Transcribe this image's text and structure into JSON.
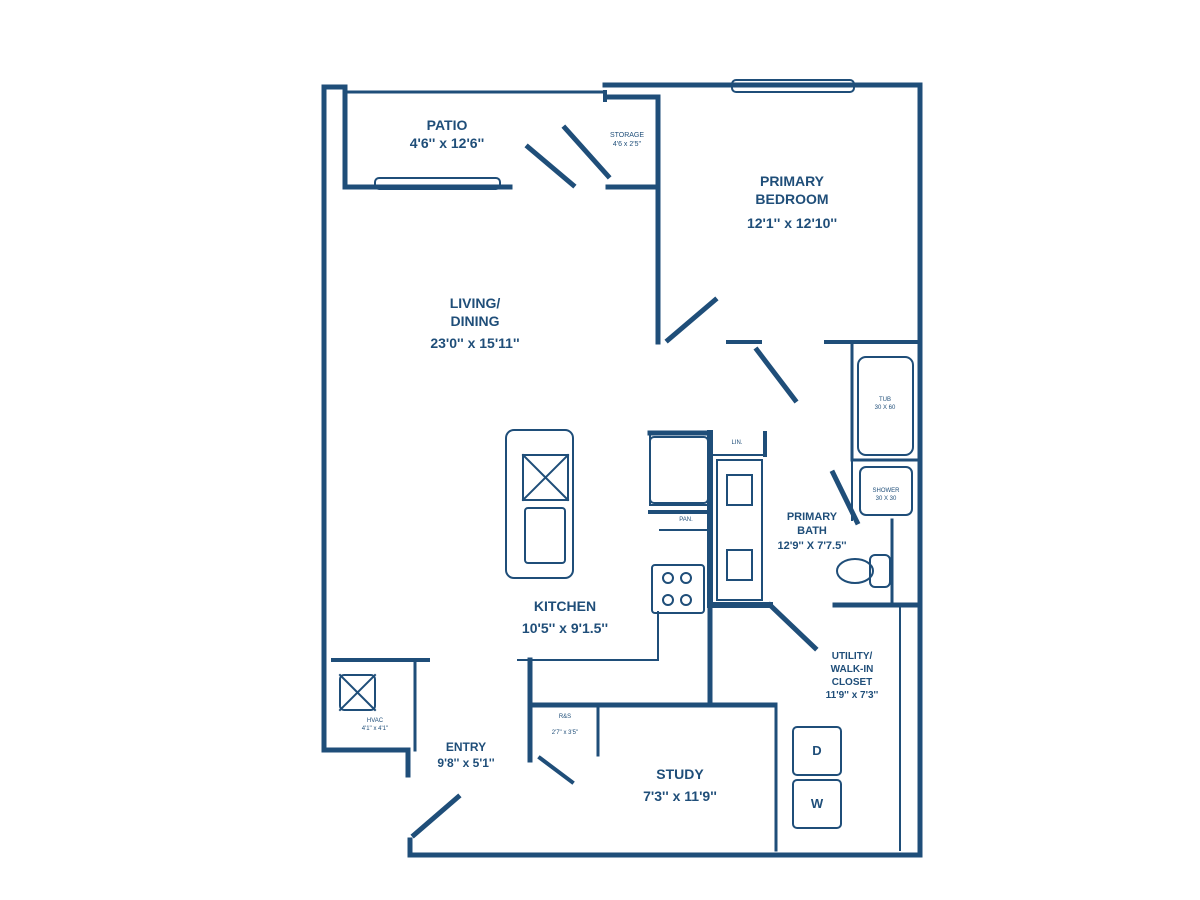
{
  "plan": {
    "color": "#1f4e79",
    "rooms": [
      {
        "id": "patio",
        "name": "PATIO",
        "dims": "4'6'' x 12'6''"
      },
      {
        "id": "storage",
        "name": "STORAGE",
        "dims": "4'6 x 2'5''"
      },
      {
        "id": "primary_bedroom",
        "name": "PRIMARY\nBEDROOM",
        "name_l1": "PRIMARY",
        "name_l2": "BEDROOM",
        "dims": "12'1'' x 12'10''"
      },
      {
        "id": "living_dining",
        "name_l1": "LIVING/",
        "name_l2": "DINING",
        "dims": "23'0'' x 15'11''"
      },
      {
        "id": "kitchen",
        "name": "KITCHEN",
        "dims": "10'5'' x 9'1.5''"
      },
      {
        "id": "primary_bath",
        "name_l1": "PRIMARY",
        "name_l2": "BATH",
        "dims": "12'9'' X 7'7.5''"
      },
      {
        "id": "utility",
        "name_l1": "UTILITY/",
        "name_l2": "WALK-IN",
        "name_l3": "CLOSET",
        "dims": "11'9'' x 7'3''"
      },
      {
        "id": "hvac",
        "name": "HVAC",
        "dims": "4'1'' x 4'1''"
      },
      {
        "id": "entry",
        "name": "ENTRY",
        "dims": "9'8'' x 5'1''"
      },
      {
        "id": "rs",
        "name": "R&S",
        "dims": "2'7'' x 3'5''"
      },
      {
        "id": "study",
        "name": "STUDY",
        "dims": "7'3'' x 11'9''"
      }
    ],
    "fixtures": {
      "tub": "TUB",
      "tub_dims": "30 X 60",
      "shower": "SHOWER",
      "shower_dims": "30 X 30",
      "linen": "LIN.",
      "pantry": "PAN.",
      "dryer": "D",
      "washer": "W"
    }
  }
}
